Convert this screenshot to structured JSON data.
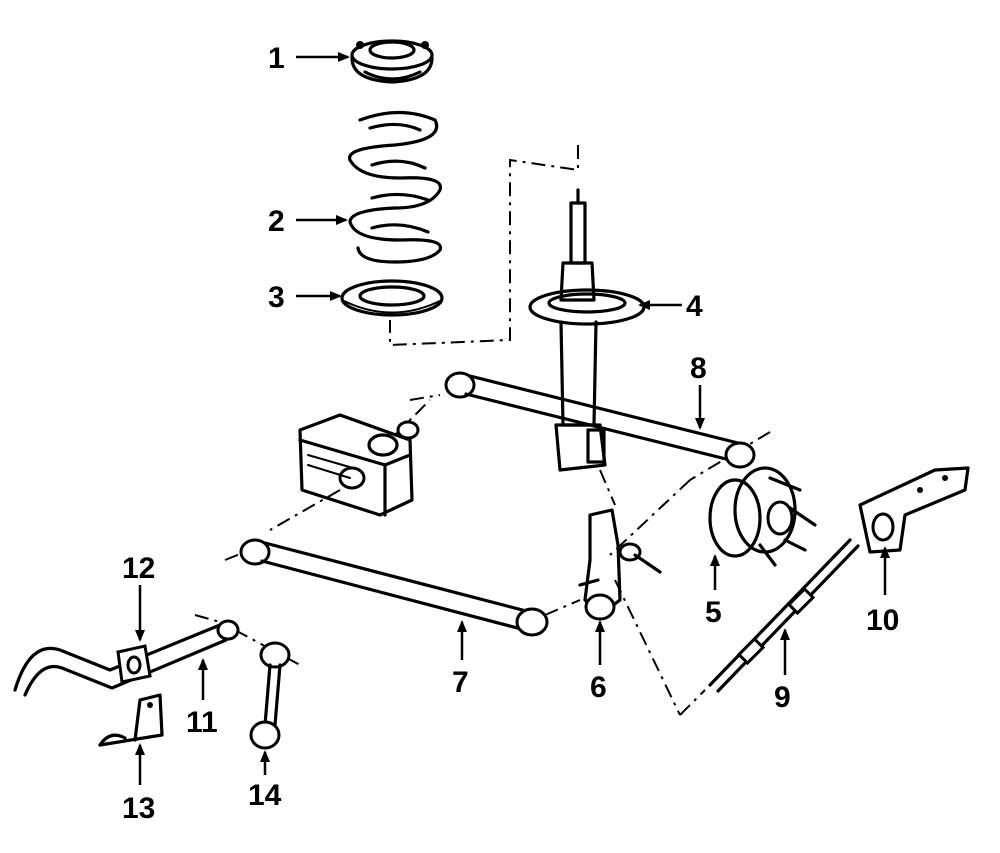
{
  "diagram": {
    "callouts": [
      {
        "id": "1",
        "label": "1",
        "part": "upper-mount"
      },
      {
        "id": "2",
        "label": "2",
        "part": "coil-spring"
      },
      {
        "id": "3",
        "label": "3",
        "part": "spring-insulator"
      },
      {
        "id": "4",
        "label": "4",
        "part": "strut"
      },
      {
        "id": "5",
        "label": "5",
        "part": "hub-bearing"
      },
      {
        "id": "6",
        "label": "6",
        "part": "knuckle"
      },
      {
        "id": "7",
        "label": "7",
        "part": "lower-control-arm-front"
      },
      {
        "id": "8",
        "label": "8",
        "part": "lower-control-arm-rear"
      },
      {
        "id": "9",
        "label": "9",
        "part": "tie-rod"
      },
      {
        "id": "10",
        "label": "10",
        "part": "trailing-arm-bracket"
      },
      {
        "id": "11",
        "label": "11",
        "part": "stabilizer-bar"
      },
      {
        "id": "12",
        "label": "12",
        "part": "stabilizer-bushing"
      },
      {
        "id": "13",
        "label": "13",
        "part": "bushing-bracket"
      },
      {
        "id": "14",
        "label": "14",
        "part": "stabilizer-link"
      }
    ]
  }
}
